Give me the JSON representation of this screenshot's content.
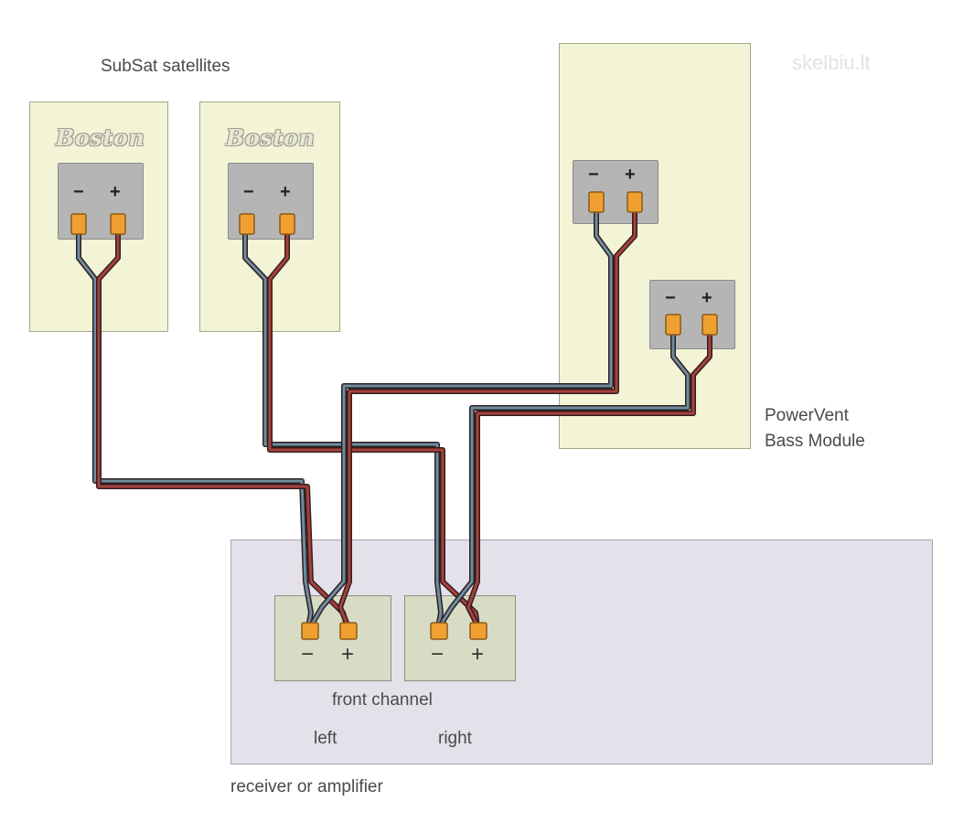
{
  "watermark": "skelbiu.lt",
  "satellites": {
    "title": "SubSat satellites",
    "left": {
      "brand": "Boston",
      "minus": "−",
      "plus": "+"
    },
    "right": {
      "brand": "Boston",
      "minus": "−",
      "plus": "+"
    }
  },
  "bass_module": {
    "label_line1": "PowerVent",
    "label_line2": "Bass Module",
    "top_terminal": {
      "minus": "−",
      "plus": "+"
    },
    "bottom_terminal": {
      "minus": "−",
      "plus": "+"
    }
  },
  "amplifier": {
    "label": "receiver or amplifier",
    "channel_label": "front channel",
    "left": {
      "label": "left",
      "minus": "−",
      "plus": "+"
    },
    "right": {
      "label": "right",
      "minus": "−",
      "plus": "+"
    }
  },
  "colors": {
    "negative_wire": "#6f8da0",
    "positive_wire": "#a9403c",
    "wire_outline": "#2e1f1f",
    "terminal": "#f0a030",
    "terminal_border": "#8a5a1a"
  }
}
